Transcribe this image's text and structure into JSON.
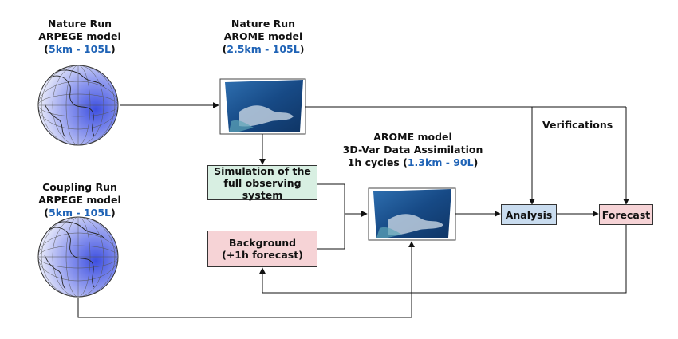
{
  "nature_arpege": {
    "line1": "Nature Run",
    "line2": "ARPEGE model",
    "open": "(",
    "res": "5km - 105L",
    "close": ")"
  },
  "nature_arome": {
    "line1": "Nature Run",
    "line2": "AROME model",
    "open": "(",
    "res": "2.5km - 105L",
    "close": ")"
  },
  "coupling_arpege": {
    "line1": "Coupling Run",
    "line2": "ARPEGE model",
    "open": "(",
    "res": "5km - 105L",
    "close": ")"
  },
  "assimilation": {
    "line1": "AROME model",
    "line2": "3D-Var Data Assimilation",
    "line3_prefix": "1h cycles (",
    "res": "1.3km - 90L",
    "close": ")"
  },
  "verifications": "Verifications",
  "boxes": {
    "simulation": "Simulation of the full observing system",
    "background": "Background (+1h forecast)",
    "analysis": "Analysis",
    "forecast": "Forecast"
  },
  "colors": {
    "simulation_fill": "#d8efe2",
    "background_fill": "#f6d3d6",
    "analysis_fill": "#c9dcef",
    "forecast_fill": "#f6d3d6",
    "resolution_text": "#1f63b6",
    "globe_blue": "#4f5fe0",
    "map_sea": "#1c4e8a"
  },
  "icons": [
    "globe-icon",
    "regional-map-icon"
  ]
}
